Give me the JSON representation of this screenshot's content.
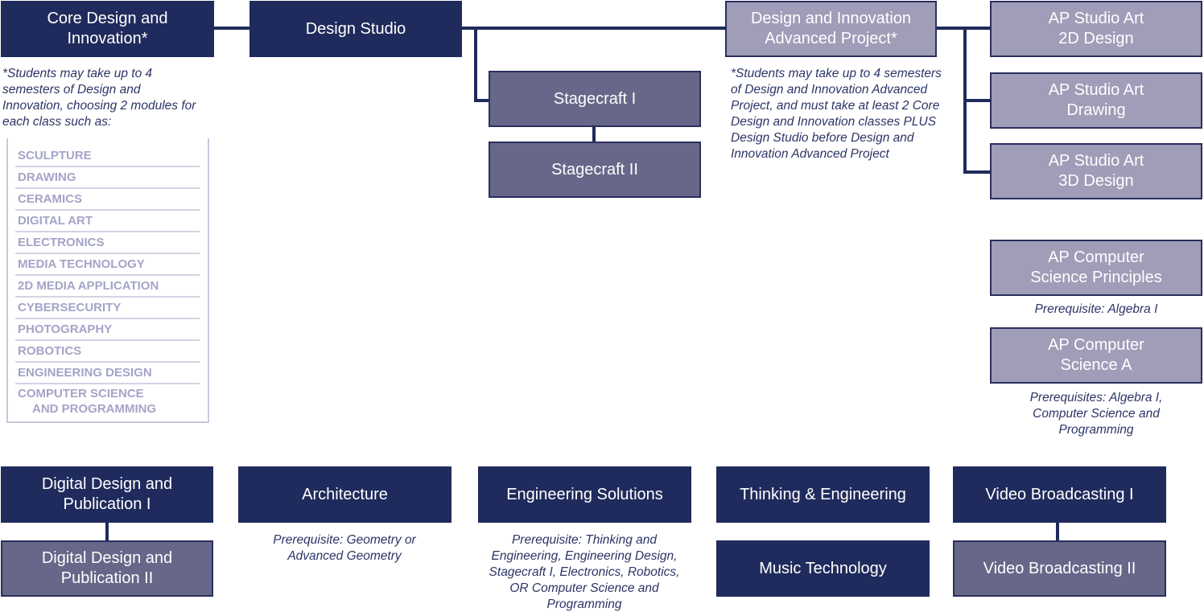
{
  "courses": {
    "core_design": "Core Design and Innovation*",
    "design_studio": "Design Studio",
    "dia_project": "Design and Innovation Advanced Project*",
    "ap_2d": "AP Studio Art 2D Design",
    "ap_drawing": "AP Studio Art Drawing",
    "ap_3d": "AP Studio Art 3D Design",
    "stagecraft_1": "Stagecraft I",
    "stagecraft_2": "Stagecraft II",
    "ap_csp": "AP Computer Science Principles",
    "ap_csa": "AP Computer Science A",
    "ddp_1": "Digital Design and Publication I",
    "ddp_2": "Digital Design and Publication II",
    "architecture": "Architecture",
    "engineering_solutions": "Engineering Solutions",
    "thinking_engineering": "Thinking & Engineering",
    "music_technology": "Music Technology",
    "video_1": "Video Broadcasting I",
    "video_2": "Video Broadcasting II"
  },
  "notes": {
    "core_note": "*Students may take up to 4 semesters of Design and Innovation, choosing 2 modules for each class such as:",
    "dia_note": "*Students may take up to 4 semesters of Design and Innovation Advanced Project, and must take at least 2 Core Design and Innovation classes PLUS Design Studio before Design and Innovation Advanced Project",
    "csp_prereq": "Prerequisite: Algebra I",
    "csa_prereq": "Prerequisites: Algebra I, Computer Science and Programming",
    "architecture_prereq": "Prerequisite: Geometry or Advanced Geometry",
    "eng_solutions_prereq": "Prerequisite: Thinking and Engineering, Engineering Design, Stagecraft I, Electronics, Robotics, OR Computer Science and Programming"
  },
  "modules": [
    "SCULPTURE",
    "DRAWING",
    "CERAMICS",
    "DIGITAL ART",
    "ELECTRONICS",
    "MEDIA TECHNOLOGY",
    "2D MEDIA APPLICATION",
    "CYBERSECURITY",
    "PHOTOGRAPHY",
    "ROBOTICS",
    "ENGINEERING DESIGN"
  ],
  "modules_last": [
    "COMPUTER SCIENCE",
    "AND PROGRAMMING"
  ],
  "colors": {
    "dark": "#1f2b5c",
    "mid": "#676789",
    "light": "#9f9db8",
    "note_text": "#2c3567",
    "module_text": "#a4a4c8"
  }
}
